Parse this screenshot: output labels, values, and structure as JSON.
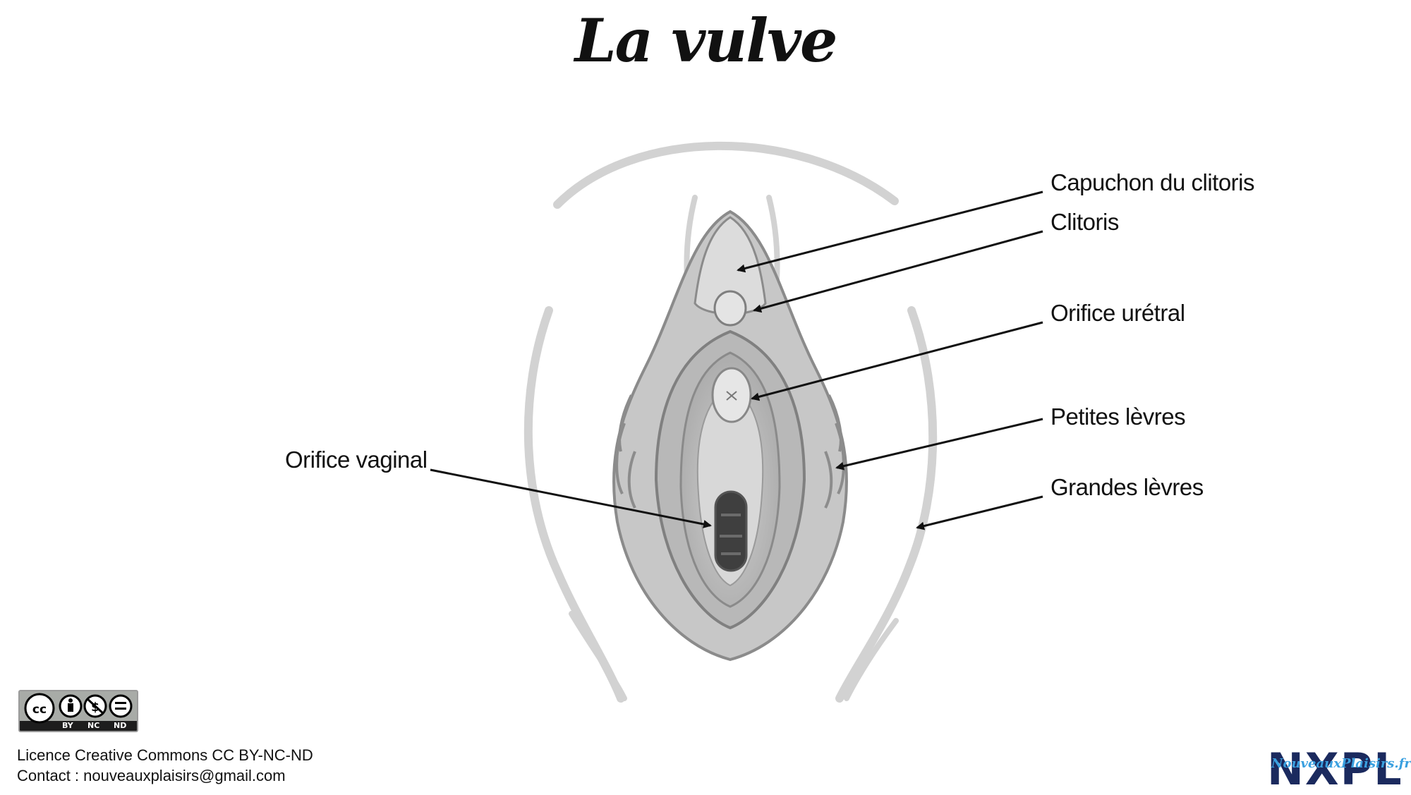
{
  "title": "La vulve",
  "labels": {
    "capuchon": "Capuchon du clitoris",
    "clitoris": "Clitoris",
    "uretral": "Orifice urétral",
    "petites": "Petites lèvres",
    "grandes": "Grandes lèvres",
    "vaginal": "Orifice vaginal"
  },
  "license": {
    "badge": {
      "by": "BY",
      "nc": "NC",
      "nd": "ND"
    },
    "line1": "Licence Creative Commons CC BY-NC-ND",
    "line2": "Contact : nouveauxplaisirs@gmail.com"
  },
  "logo": {
    "letters": "NXPL",
    "script": "NouveauxPlaisirs.fr"
  },
  "colors": {
    "arrow": "#111111",
    "outline": "#d0d0d0",
    "logo_navy": "#1b2a5e",
    "logo_blue": "#3aa0e0"
  }
}
